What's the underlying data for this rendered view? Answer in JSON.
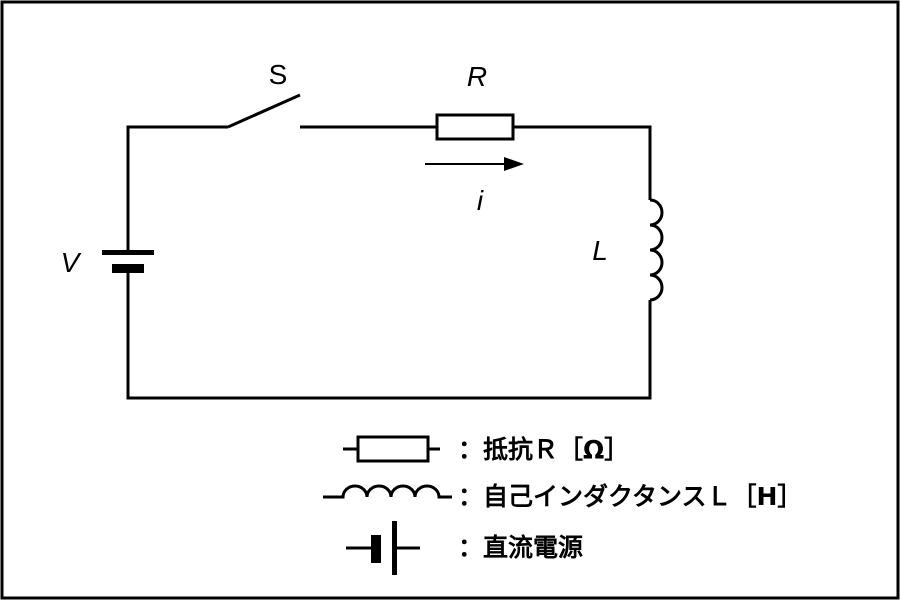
{
  "labels": {
    "switch": "S",
    "resistor": "R",
    "current": "i",
    "voltage": "V",
    "inductor": "L"
  },
  "legend": [
    {
      "symbol": "resistor-symbol",
      "text": "：抵抗Ｒ［Ω］"
    },
    {
      "symbol": "inductor-symbol",
      "text": "：自己インダクタンスＬ［H］"
    },
    {
      "symbol": "battery-symbol",
      "text": "：直流電源"
    }
  ]
}
